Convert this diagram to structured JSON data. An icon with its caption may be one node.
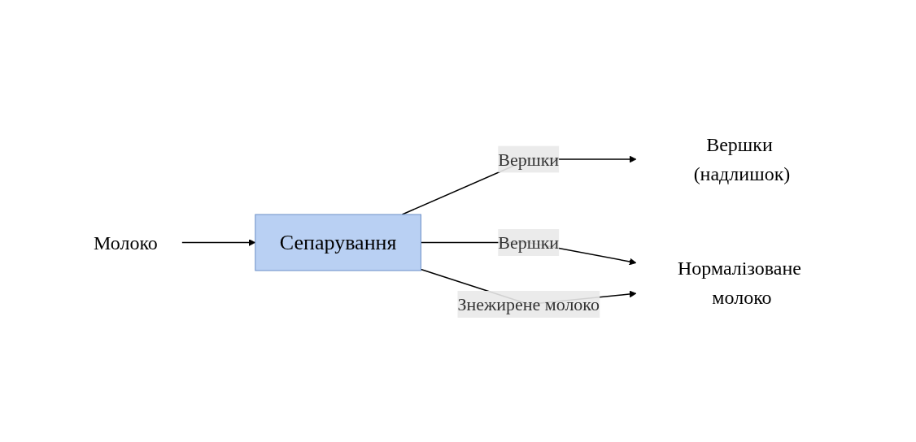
{
  "diagram": {
    "nodes": [
      {
        "text": [
          "Молоко"
        ]
      },
      {
        "text": [
          "Сепарування"
        ]
      },
      {
        "text": [
          "Вершки (надлишок)"
        ]
      },
      {
        "text": [
          "Нормалізоване молоко"
        ]
      }
    ],
    "edges": [
      {
        "from": 0,
        "to": 1,
        "arrow": "to"
      },
      {
        "from": 1,
        "to": 2,
        "arrow": "to",
        "label": "Вершки"
      },
      {
        "from": 1,
        "to": 3,
        "arrow": "to",
        "label": "Вершки"
      },
      {
        "from": 1,
        "to": 3,
        "arrow": "to",
        "label": "Знежирене молоко"
      }
    ]
  }
}
